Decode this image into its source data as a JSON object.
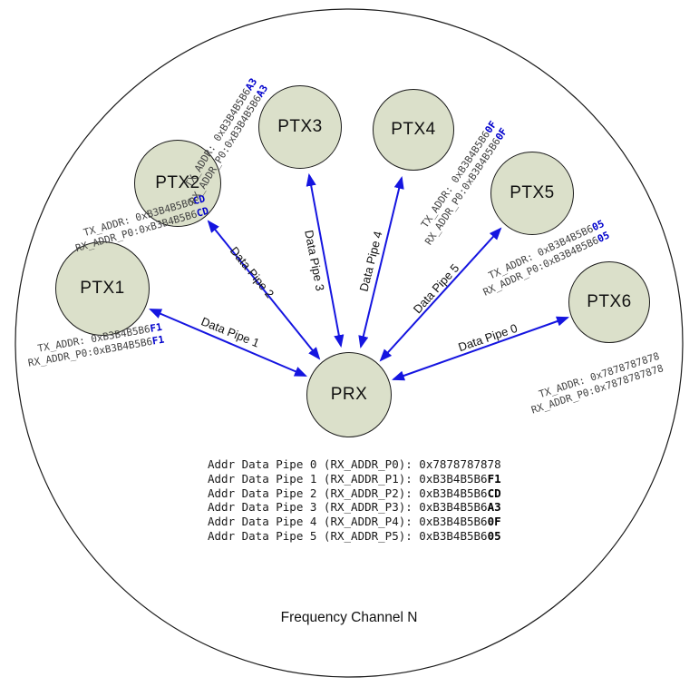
{
  "title": "Frequency Channel N",
  "colors": {
    "arrow_blue": "#1515e0",
    "node_fill": "#dbe0ca",
    "address_highlight": "#0000cc"
  },
  "prx": {
    "label": "PRX"
  },
  "nodes": [
    {
      "label": "PTX1",
      "tx_prefix": "TX_ADDR: 0xB3B4B5B6",
      "tx_hl": "F1",
      "rx_prefix": "RX_ADDR_P0:0xB3B4B5B6",
      "rx_hl": "F1"
    },
    {
      "label": "PTX2",
      "tx_prefix": "TX_ADDR: 0xB3B4B5B6",
      "tx_hl": "CD",
      "rx_prefix": "RX_ADDR_P0:0xB3B4B5B6",
      "rx_hl": "CD"
    },
    {
      "label": "PTX3",
      "tx_prefix": "TX_ADDR: 0xB3B4B5B6",
      "tx_hl": "A3",
      "rx_prefix": "RX_ADDR_P0:0xB3B4B5B6",
      "rx_hl": "A3"
    },
    {
      "label": "PTX4",
      "tx_prefix": "TX_ADDR: 0xB3B4B5B6",
      "tx_hl": "0F",
      "rx_prefix": "RX_ADDR_P0:0xB3B4B5B6",
      "rx_hl": "0F"
    },
    {
      "label": "PTX5",
      "tx_prefix": "TX_ADDR: 0xB3B4B5B6",
      "tx_hl": "05",
      "rx_prefix": "RX_ADDR_P0:0xB3B4B5B6",
      "rx_hl": "05"
    },
    {
      "label": "PTX6",
      "tx_prefix": "TX_ADDR: 0x7878787878",
      "tx_hl": "",
      "rx_prefix": "RX_ADDR_P0:0x7878787878",
      "rx_hl": ""
    }
  ],
  "pipes": [
    {
      "label": "Data Pipe 1"
    },
    {
      "label": "Data Pipe 2"
    },
    {
      "label": "Data Pipe 3"
    },
    {
      "label": "Data Pipe 4"
    },
    {
      "label": "Data Pipe 5"
    },
    {
      "label": "Data Pipe 0"
    }
  ],
  "addr_table": {
    "rows": [
      {
        "text": "Addr Data Pipe 0 (RX_ADDR_P0): 0x7878787878",
        "hl": ""
      },
      {
        "text": "Addr Data Pipe 1 (RX_ADDR_P1): 0xB3B4B5B6",
        "hl": "F1"
      },
      {
        "text": "Addr Data Pipe 2 (RX_ADDR_P2): 0xB3B4B5B6",
        "hl": "CD"
      },
      {
        "text": "Addr Data Pipe 3 (RX_ADDR_P3): 0xB3B4B5B6",
        "hl": "A3"
      },
      {
        "text": "Addr Data Pipe 4 (RX_ADDR_P4): 0xB3B4B5B6",
        "hl": "0F"
      },
      {
        "text": "Addr Data Pipe 5 (RX_ADDR_P5): 0xB3B4B5B6",
        "hl": "05"
      }
    ]
  }
}
